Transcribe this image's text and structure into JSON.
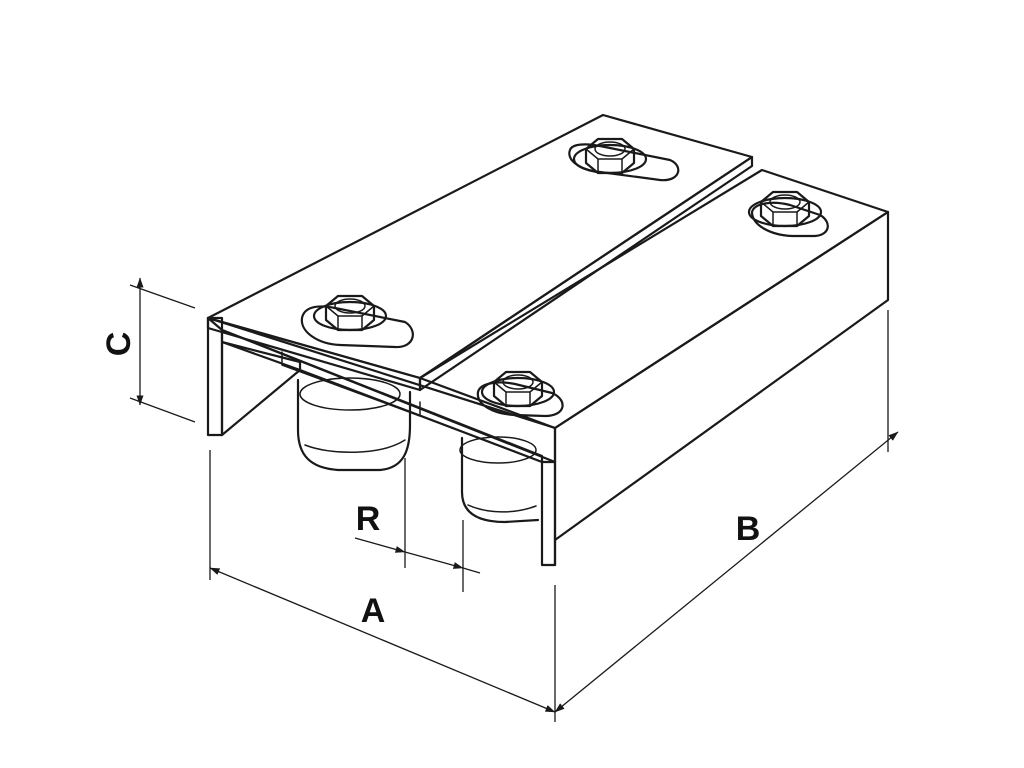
{
  "diagram": {
    "dimension_labels": {
      "a": "A",
      "b": "B",
      "c": "C",
      "r": "R"
    },
    "colors": {
      "fill_top": "#eeeeee",
      "fill_side": "#e3e3e3",
      "fill_front": "#d6d6d6",
      "fill_wheel": "#dedede",
      "line": "#1a1a1a"
    },
    "components": [
      "bracket-base",
      "top-plate",
      "hex-bolt",
      "guide-roller"
    ]
  }
}
